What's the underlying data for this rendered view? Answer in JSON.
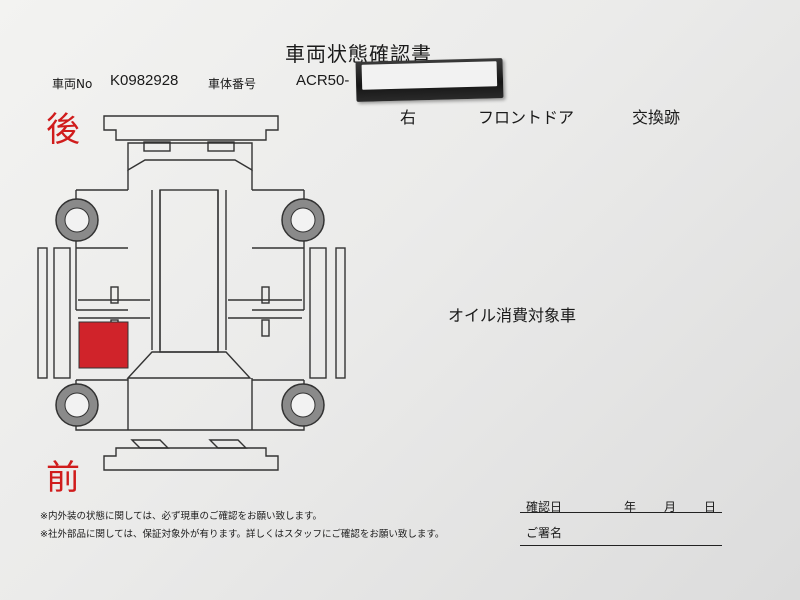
{
  "document": {
    "title": "車両状態確認書",
    "vehicle_no_label": "車両No",
    "vehicle_no_value": "K0982928",
    "chassis_label": "車体番号",
    "chassis_value": "ACR50-",
    "rear_label": "後",
    "front_label": "前"
  },
  "remarks": {
    "side": "右",
    "part": "フロントドア",
    "status": "交換跡",
    "oil_note": "オイル消費対象車"
  },
  "footnotes": [
    "※内外装の状態に関しては、必ず現車のご確認をお願い致します。",
    "※社外部品に関しては、保証対象外が有ります。詳しくはスタッフにご確認をお願い致します。"
  ],
  "confirmation": {
    "date_label": "確認日",
    "year": "年",
    "month": "月",
    "day": "日",
    "signature_label": "ご署名"
  },
  "colors": {
    "accent_red": "#d01c1c",
    "damage_fill": "#d0232a"
  }
}
